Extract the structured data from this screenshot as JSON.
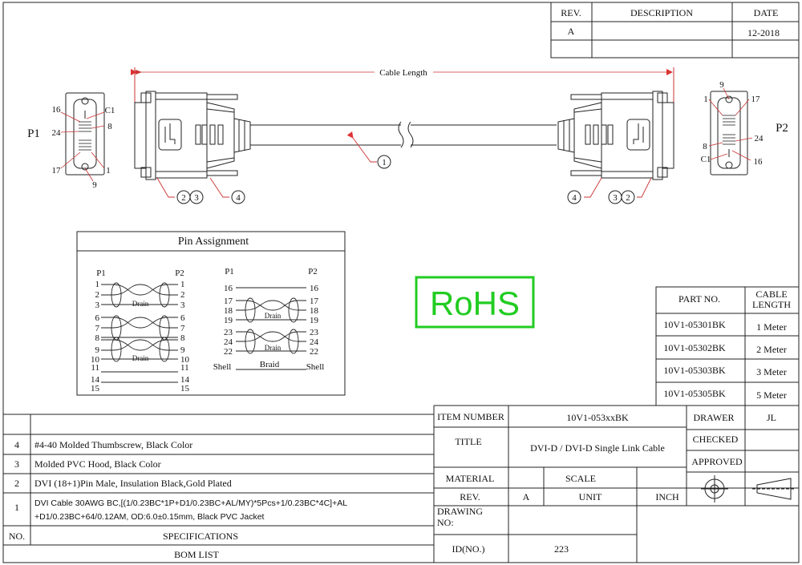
{
  "revision_table": {
    "headers": [
      "REV.",
      "DESCRIPTION",
      "DATE"
    ],
    "rows": [
      {
        "rev": "A",
        "description": "",
        "date": "12-2018"
      }
    ]
  },
  "drawing": {
    "cable_length_label": "Cable Length",
    "end_p1": "P1",
    "end_p2": "P2",
    "callouts": [
      "1",
      "2",
      "3",
      "4"
    ],
    "p1_pin_labels": {
      "c1": "C1",
      "p8": "8",
      "p16": "16",
      "p24": "24",
      "p17": "17",
      "p1": "1",
      "p9": "9"
    },
    "p2_pin_labels": {
      "p9": "9",
      "p1": "1",
      "p17": "17",
      "p8": "8",
      "p24": "24",
      "c1": "C1",
      "p16": "16"
    }
  },
  "pin_assignment": {
    "title": "Pin Assignment",
    "left_header": [
      "P1",
      "P2"
    ],
    "right_header": [
      "P1",
      "P2"
    ],
    "left_pins": [
      "1",
      "2",
      "3",
      "6",
      "7",
      "8",
      "9",
      "10",
      "11",
      "14",
      "15"
    ],
    "right_pins": [
      "16",
      "17",
      "18",
      "19",
      "23",
      "24",
      "22"
    ],
    "drain_label": "Drain",
    "shell_label": "Shell",
    "braid_label": "Braid"
  },
  "rohs_label": "RoHS",
  "rohs_color": "#22cc22",
  "part_table": {
    "headers": [
      "PART NO.",
      "CABLE LENGTH"
    ],
    "rows": [
      {
        "part": "10V1-05301BK",
        "length": "1 Meter"
      },
      {
        "part": "10V1-05302BK",
        "length": "2 Meter"
      },
      {
        "part": "10V1-05303BK",
        "length": "3 Meter"
      },
      {
        "part": "10V1-05305BK",
        "length": "5 Meter"
      }
    ]
  },
  "bom": {
    "rows": [
      {
        "no": "4",
        "spec": "#4-40 Molded Thumbscrew, Black Color"
      },
      {
        "no": "3",
        "spec": "Molded PVC Hood, Black Color"
      },
      {
        "no": "2",
        "spec": "DVI (18+1)Pin Male, Insulation Black,Gold Plated"
      },
      {
        "no": "1",
        "spec_line1": "DVI Cable 30AWG BC,[(1/0.23BC*1P+D1/0.23BC+AL/MY)*5Pcs+1/0.23BC*4C]+AL",
        "spec_line2": "+D1/0.23BC+64/0.12AM, OD:6.0±0.15mm, Black PVC Jacket"
      }
    ],
    "no_header": "NO.",
    "spec_header": "SPECIFICATIONS",
    "footer": "BOM LIST"
  },
  "title_block": {
    "item_number_label": "ITEM NUMBER",
    "item_number": "10V1-053xxBK",
    "title_label": "TITLE",
    "title": "DVI-D / DVI-D Single Link Cable",
    "drawer_label": "DRAWER",
    "drawer": "JL",
    "checked_label": "CHECKED",
    "approved_label": "APPROVED",
    "material_label": "MATERIAL",
    "scale_label": "SCALE",
    "rev_label": "REV.",
    "rev": "A",
    "unit_label": "UNIT",
    "unit": "INCH",
    "drawing_no_label_1": "DRAWING",
    "drawing_no_label_2": "NO:",
    "id_label": "ID(NO.)",
    "id": "223"
  }
}
